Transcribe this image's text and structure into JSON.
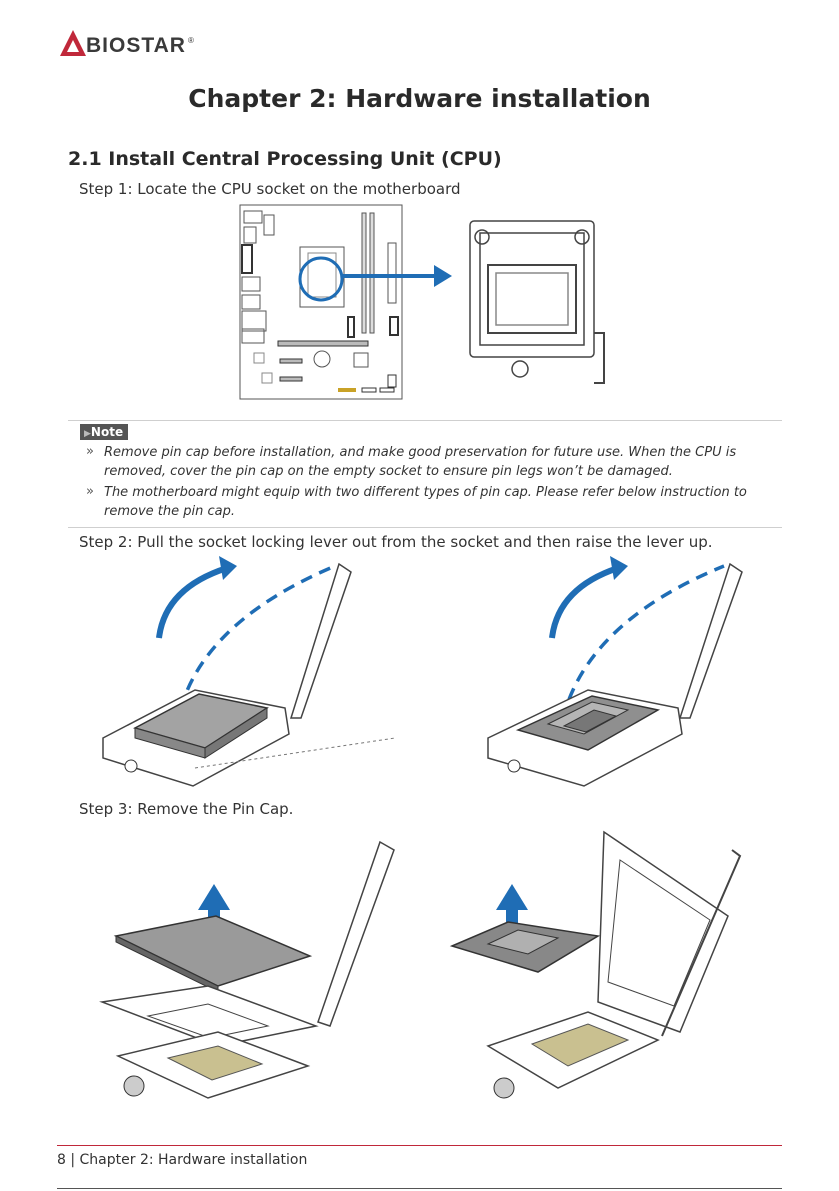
{
  "brand": {
    "logo_text": "BIOSTAR",
    "registered_mark": "®",
    "accent": "#c0283a"
  },
  "chapter_title": "Chapter 2: Hardware installation",
  "section_title": "2.1 Install Central Processing Unit (CPU)",
  "steps": {
    "step1": "Step 1: Locate the CPU socket on the motherboard",
    "step2": "Step 2: Pull the socket locking lever out from the socket and then raise the lever up.",
    "step3": "Step 3: Remove the Pin Cap."
  },
  "note": {
    "label": "Note",
    "items": [
      {
        "bullet": "»",
        "line1": "Remove pin cap before installation, and make good preservation for future use. When the CPU is",
        "line2": "removed, cover the pin cap on the empty socket to ensure pin legs won’t be damaged."
      },
      {
        "bullet": "»",
        "line1": "The motherboard might equip with two different types of pin cap. Please refer below instruction to",
        "line2": "remove the pin cap."
      }
    ]
  },
  "footer": {
    "text": "8 | Chapter 2: Hardware installation"
  },
  "colors": {
    "arrow_blue": "#1f6db5",
    "line_gray": "#444444"
  }
}
